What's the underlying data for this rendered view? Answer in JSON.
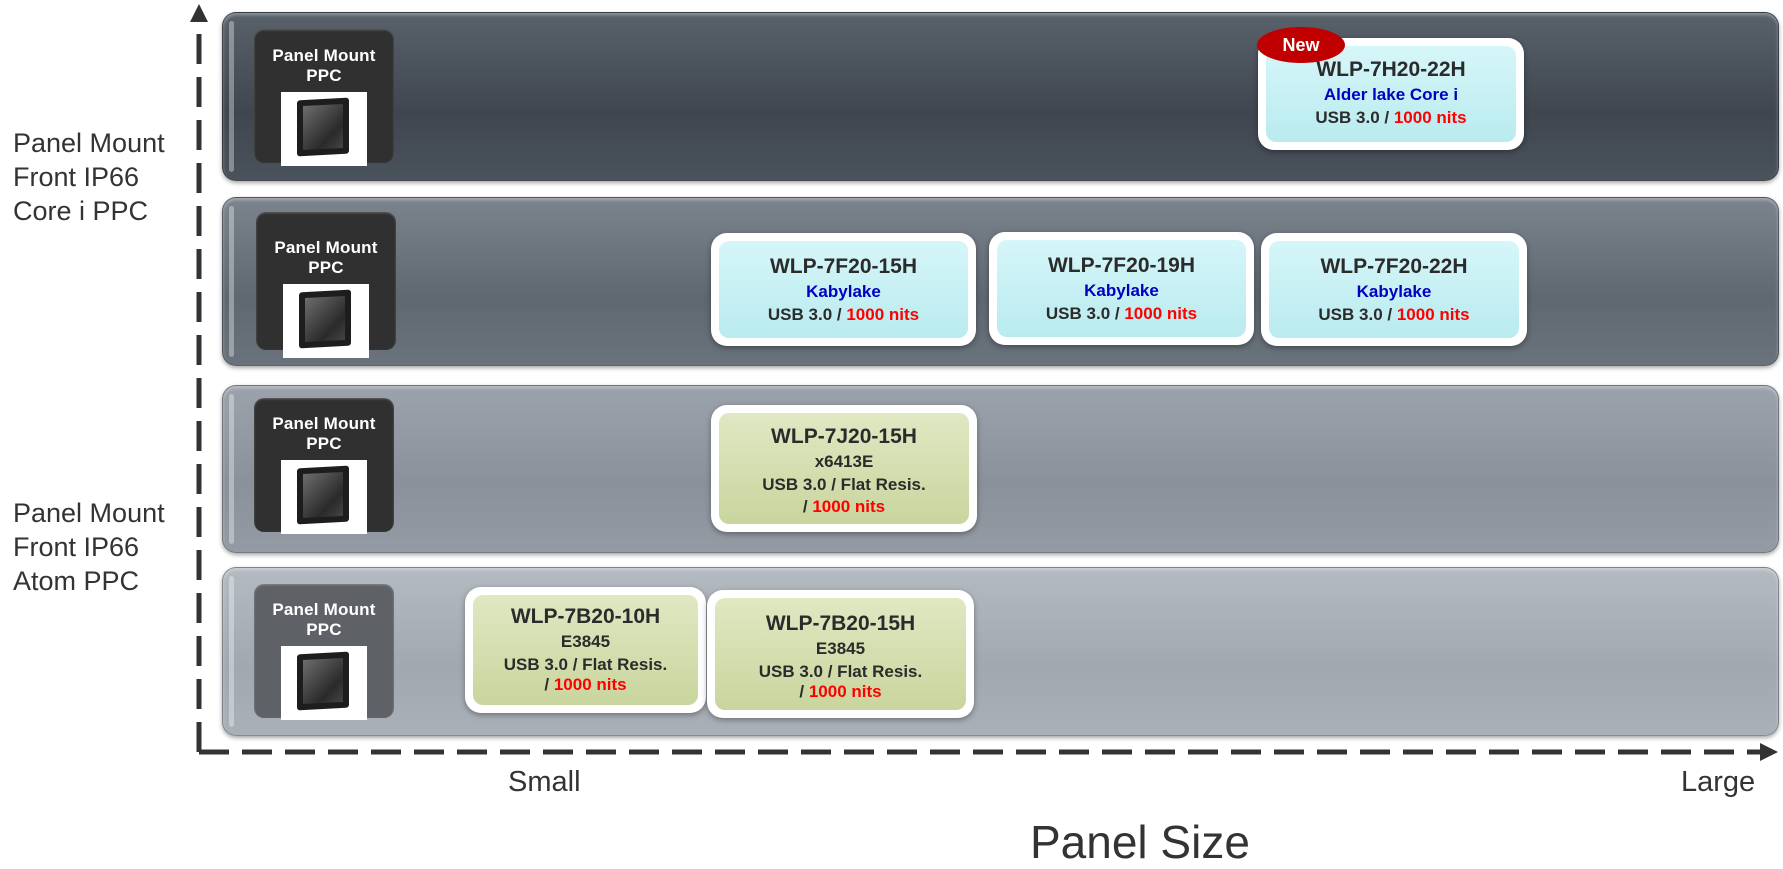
{
  "side_labels": {
    "core": [
      "Panel Mount",
      "Front IP66",
      "Core i PPC"
    ],
    "atom": [
      "Panel Mount",
      "Front IP66",
      "Atom PPC"
    ]
  },
  "category_label": "Panel Mount PPC",
  "cards": {
    "wlp_7h20_22h": {
      "model": "WLP-7H20-22H",
      "cpu": "Alder lake Core i",
      "spec": "USB 3.0 / ",
      "nits": "1000 nits",
      "badge": "New"
    },
    "wlp_7f20_15h": {
      "model": "WLP-7F20-15H",
      "cpu": "Kabylake",
      "spec": "USB 3.0 / ",
      "nits": "1000 nits"
    },
    "wlp_7f20_19h": {
      "model": "WLP-7F20-19H",
      "cpu": "Kabylake",
      "spec": "USB 3.0 / ",
      "nits": "1000 nits"
    },
    "wlp_7f20_22h": {
      "model": "WLP-7F20-22H",
      "cpu": "Kabylake",
      "spec": "USB 3.0 / ",
      "nits": "1000 nits"
    },
    "wlp_7j20_15h": {
      "model": "WLP-7J20-15H",
      "cpu": "x6413E",
      "spec": "USB 3.0 / Flat Resis.",
      "spec2": "/ ",
      "nits": "1000 nits"
    },
    "wlp_7b20_10h": {
      "model": "WLP-7B20-10H",
      "cpu": "E3845",
      "spec": "USB 3.0 / Flat Resis.",
      "spec2": "/ ",
      "nits": "1000 nits"
    },
    "wlp_7b20_15h": {
      "model": "WLP-7B20-15H",
      "cpu": "E3845",
      "spec": "USB 3.0 / Flat Resis.",
      "spec2": "/ ",
      "nits": "1000 nits"
    }
  },
  "axis": {
    "small": "Small",
    "large": "Large",
    "title": "Panel Size"
  },
  "colors": {
    "nits_red": "#ff0000",
    "cpu_blue": "#0000c0",
    "badge_red": "#c00000",
    "card_blue": "#c8f1f4",
    "card_green": "#d3dcae"
  }
}
